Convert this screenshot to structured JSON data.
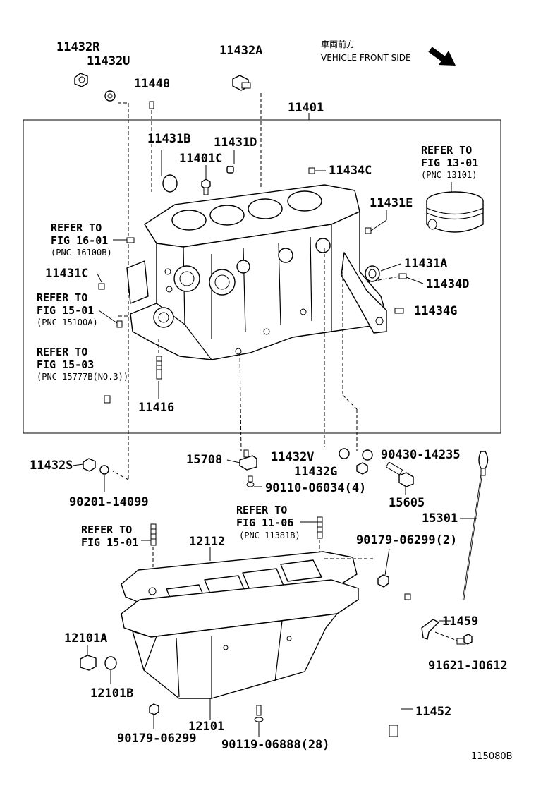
{
  "direction": {
    "jp": "車両前方",
    "en": "VEHICLE FRONT SIDE",
    "icon": "arrow-front-icon"
  },
  "parts": {
    "p11432R": "11432R",
    "p11432U": "11432U",
    "p11432A": "11432A",
    "p11448": "11448",
    "p11401": "11401",
    "p11431B": "11431B",
    "p11431D": "11431D",
    "p11401C": "11401C",
    "p11434C": "11434C",
    "p11431E": "11431E",
    "p11431A": "11431A",
    "p11434D": "11434D",
    "p11431C": "11431C",
    "p11434G": "11434G",
    "p11416": "11416",
    "p11432S": "11432S",
    "p15708": "15708",
    "p11432V": "11432V",
    "p90430_14235": "90430-14235",
    "p11432G": "11432G",
    "p90110_06034": "90110-06034(4)",
    "p90201_14099": "90201-14099",
    "p15605": "15605",
    "p15301": "15301",
    "p12112": "12112",
    "p90179_06299_2": "90179-06299(2)",
    "p12101A": "12101A",
    "p12101B": "12101B",
    "p11459": "11459",
    "p91621_J0612": "91621-J0612",
    "p11452": "11452",
    "p12101": "12101",
    "p90179_06299": "90179-06299",
    "p90119_06888": "90119-06888(28)"
  },
  "refs": {
    "fig13": {
      "l1": "REFER TO",
      "l2": "FIG 13-01",
      "l3": "(PNC 13101)"
    },
    "fig16": {
      "l1": "REFER TO",
      "l2": "FIG 16-01",
      "l3": "(PNC 16100B)"
    },
    "fig15a": {
      "l1": "REFER TO",
      "l2": "FIG 15-01",
      "l3": "(PNC 15100A)"
    },
    "fig15b": {
      "l1": "REFER TO",
      "l2": "FIG 15-03",
      "l3": "(PNC 15777B(NO.3))"
    },
    "fig11": {
      "l1": "REFER TO",
      "l2": "FIG 11-06",
      "l3": "(PNC 11381B)"
    },
    "fig15c": {
      "l1": "REFER TO",
      "l2": "FIG 15-01"
    }
  },
  "figure_id": "115080B"
}
